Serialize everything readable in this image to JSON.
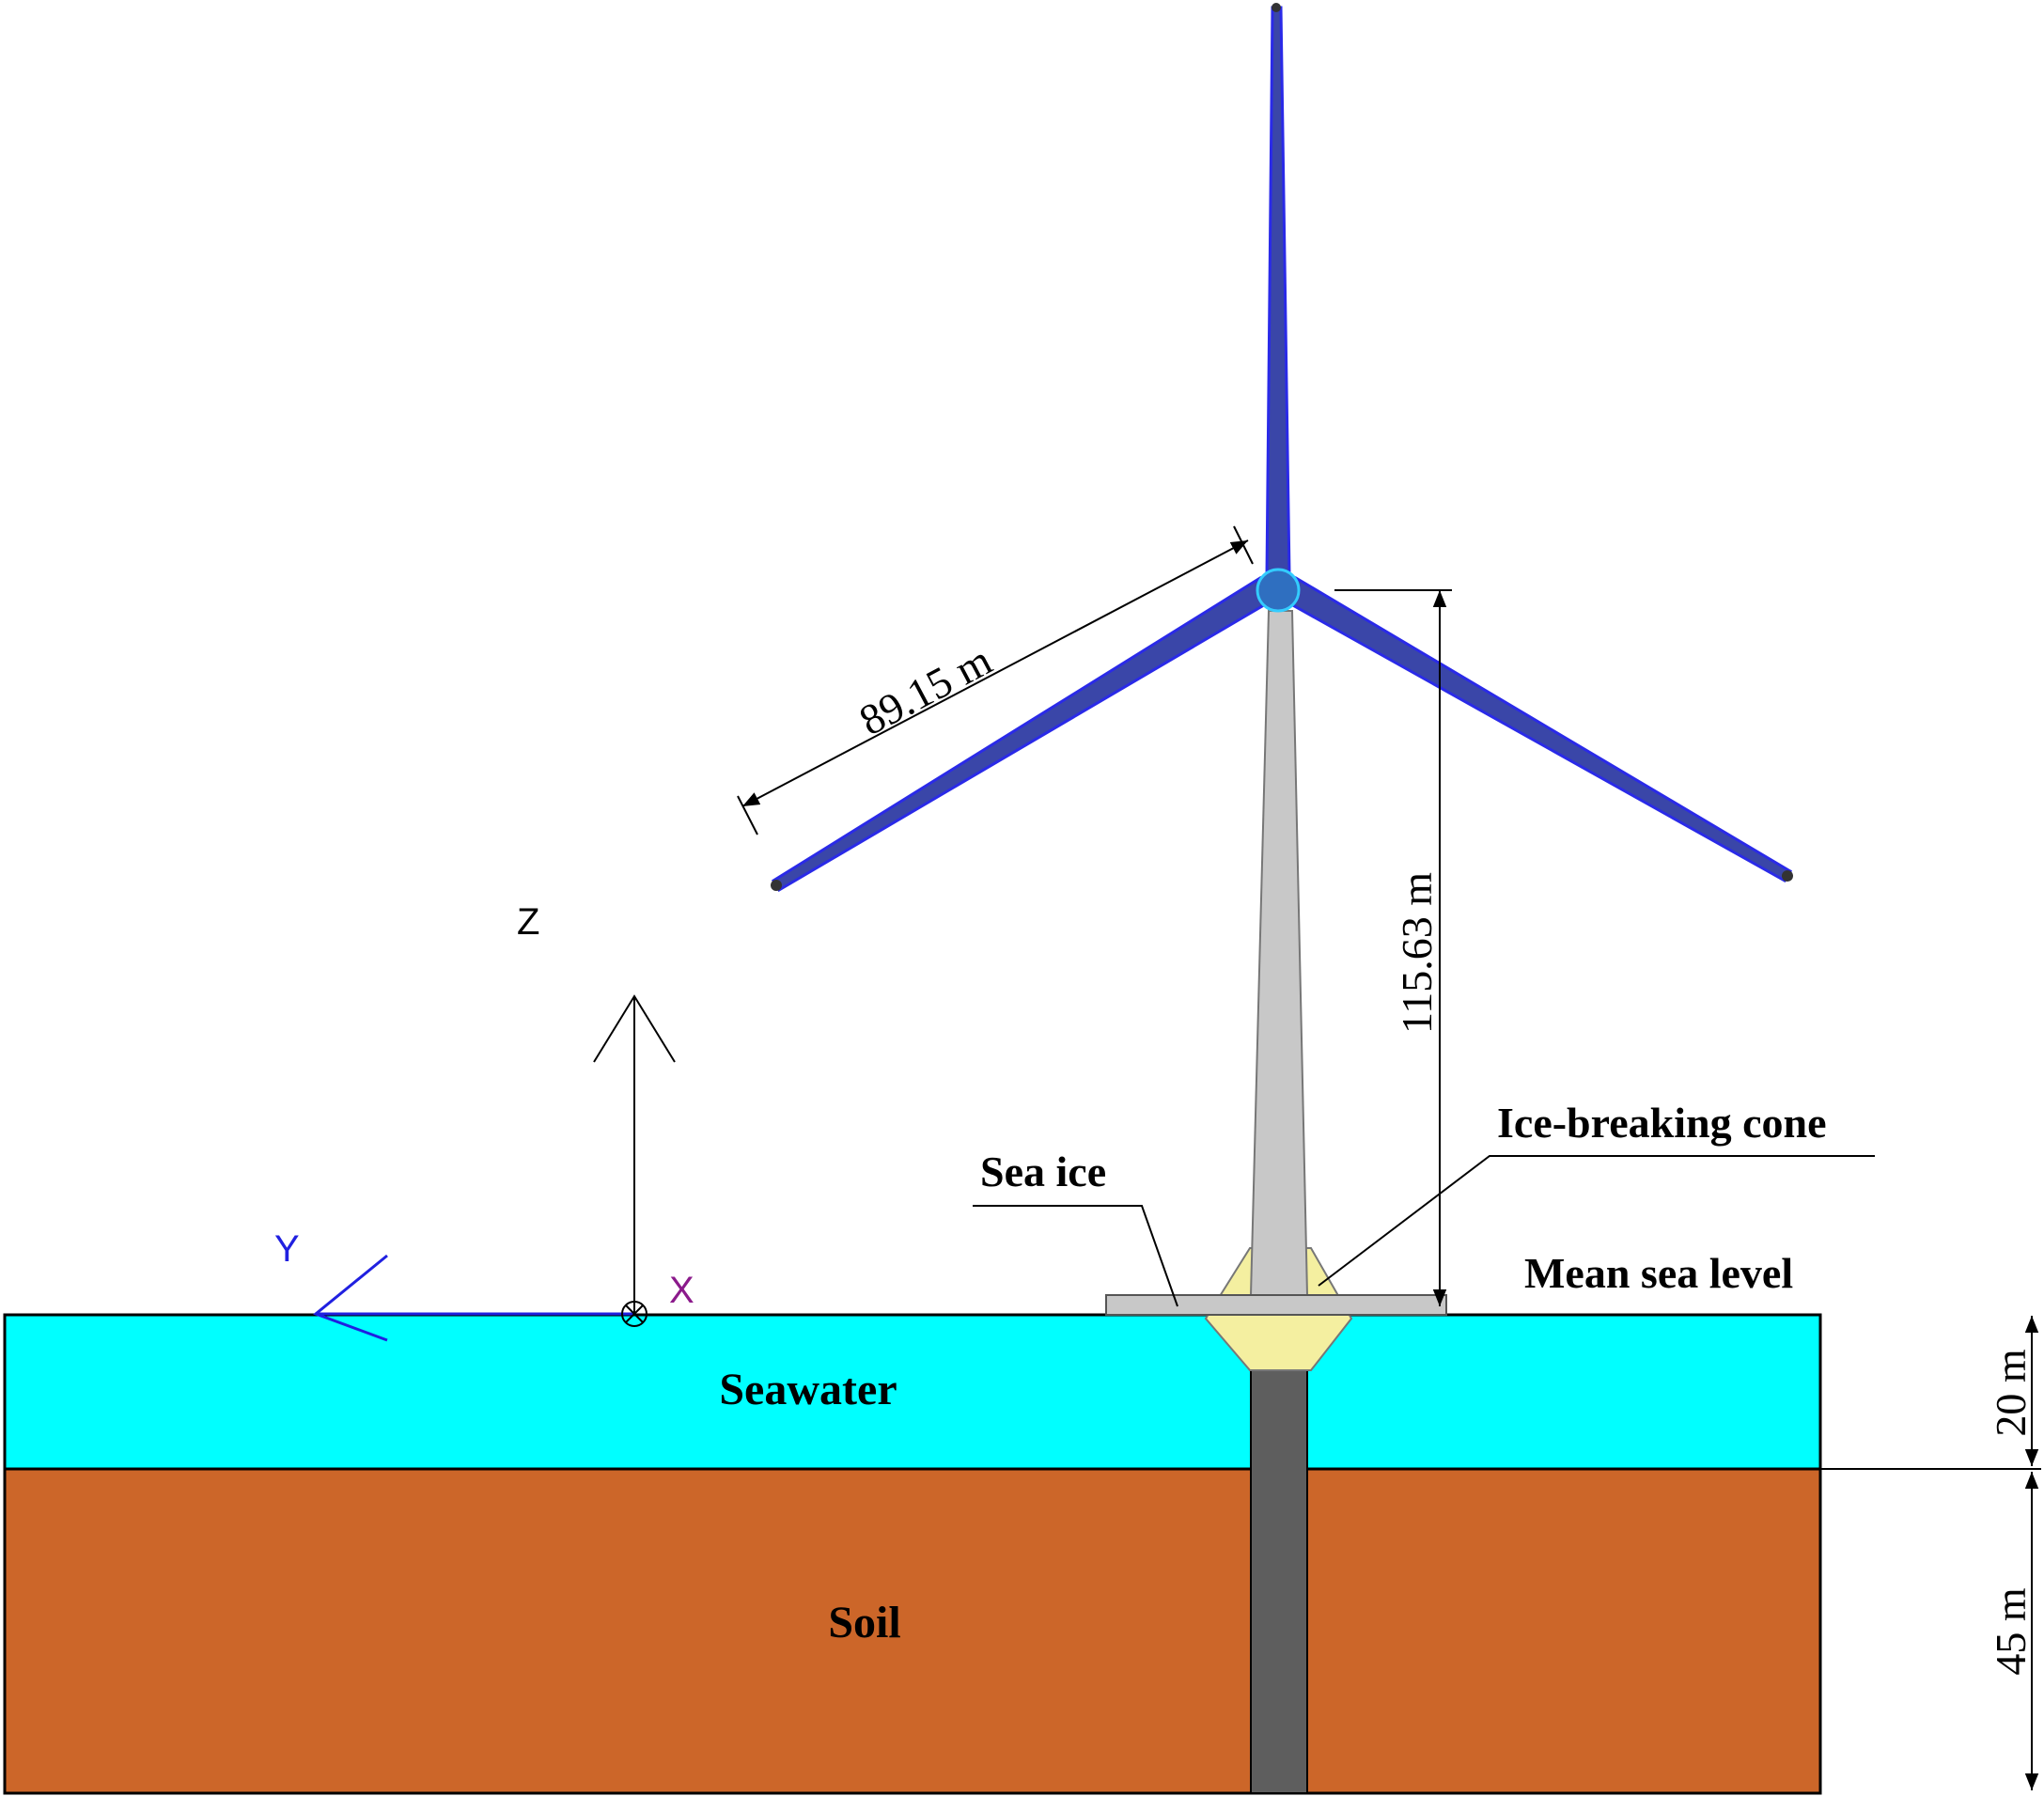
{
  "labels": {
    "seawater": "Seawater",
    "soil": "Soil",
    "sea_ice": "Sea ice",
    "ice_cone": "Ice-breaking cone",
    "mean_sea_level": "Mean sea level"
  },
  "dimensions": {
    "blade_length": "89.15 m",
    "hub_height": "115.63 m",
    "water_depth": "20 m",
    "soil_depth": "45 m"
  },
  "axes": {
    "z": "Z",
    "y": "Y",
    "x": "X"
  },
  "colors": {
    "seawater": "#00FFFF",
    "soil": "#CC6629",
    "blade": "#3A46A8",
    "blade_edge": "#2A2AE8",
    "hub": "#2F6FC0",
    "tower": "#C8C8C8",
    "pile": "#5E5E5E",
    "cone": "#F4EFA0",
    "axis_y": "#2020E0",
    "axis_x": "#8B1A8B"
  }
}
